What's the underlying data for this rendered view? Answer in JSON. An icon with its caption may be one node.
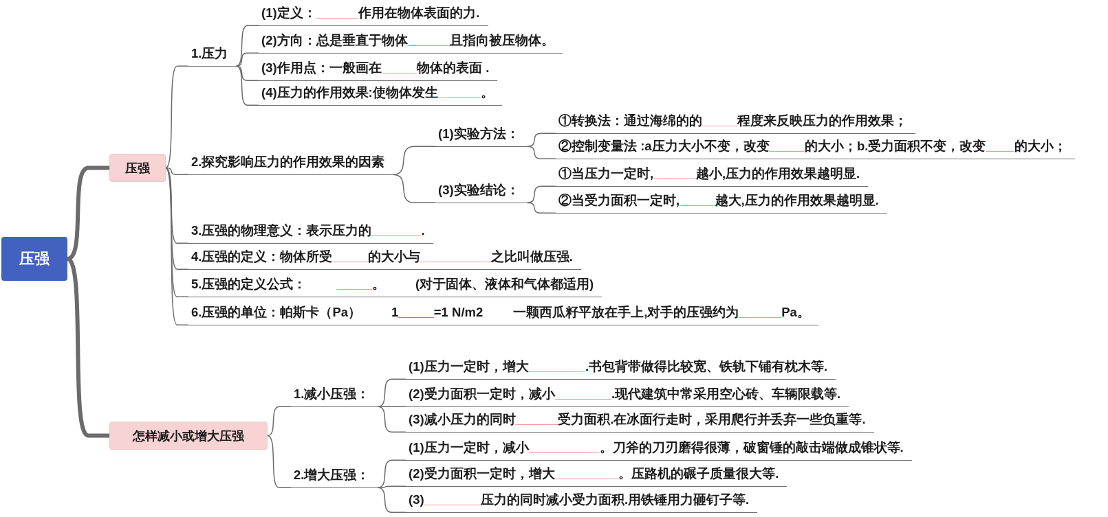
{
  "diagram": {
    "nodes": [
      {
        "text": [
          "压强"
        ]
      },
      {
        "text": [
          "压强"
        ]
      },
      {
        "text": [
          "1.压力"
        ]
      },
      {
        "text": [
          "(1)定义：______作用在物体表面的力."
        ]
      },
      {
        "text": [
          "(2)方向：总是垂直于物体______且指向被压物体。"
        ]
      },
      {
        "text": [
          "(3)作用点：一般画在_____物体的表面 ."
        ]
      },
      {
        "text": [
          "(4)压力的作用效果:使物体发生______。"
        ]
      },
      {
        "text": [
          "2.探究影响压力的作用效果的因素"
        ]
      },
      {
        "text": [
          "(1)实验方法："
        ]
      },
      {
        "text": [
          "①转换法：通过海绵的的_____程度来反映压力的作用效果；"
        ]
      },
      {
        "text": [
          "②控制变量法 :a压力大小不变，改变_____的大小；b.受力面积不变，改变____的大小；"
        ]
      },
      {
        "text": [
          "(3)实验结论："
        ]
      },
      {
        "text": [
          "①当压力一定时,______越小,压力的作用效果越明显."
        ]
      },
      {
        "text": [
          "②当受力面积一定时,_____越大,压力的作用效果越明显."
        ]
      },
      {
        "text": [
          "3.压强的物理意义：表示压力的_______."
        ]
      },
      {
        "text": [
          "4.压强的定义：物体所受_____的大小与__________之比叫做压强."
        ]
      },
      {
        "text": [
          "5.压强的定义公式：",
          "_____。",
          "(对于固体、液体和气体都适用)"
        ]
      },
      {
        "text": [
          "6.压强的单位：帕斯卡（Pa）",
          "1_____=1 N/m2",
          "一颗西瓜籽平放在手上,对手的压强约为______Pa。"
        ]
      },
      {
        "text": [
          "怎样减小或增大压强"
        ]
      },
      {
        "text": [
          "1.减小压强："
        ]
      },
      {
        "text": [
          "(1)压力一定时，增大________.书包背带做得比较宽、铁轨下铺有枕木等."
        ]
      },
      {
        "text": [
          "(2)受力面积一定时，减小________.现代建筑中常采用空心砖、车辆限载等."
        ]
      },
      {
        "text": [
          "(3)减小压力的同时______受力面积.在冰面行走时，采用爬行并丢弃一些负重等."
        ]
      },
      {
        "text": [
          "2.增大压强："
        ]
      },
      {
        "text": [
          "(1)压力一定时，减小__________。刀斧的刀刃磨得很薄，破窗锤的敲击端做成锥状等."
        ]
      },
      {
        "text": [
          "(2)受力面积一定时，增大_________。压路机的碾子质量很大等."
        ]
      },
      {
        "text": [
          "(3)________压力的同时减小受力面积.用铁锤用力砸钉子等."
        ]
      }
    ],
    "edges": [
      {
        "from": 0,
        "to": 1,
        "arrow": "none",
        "style": "thick"
      },
      {
        "from": 0,
        "to": 18,
        "arrow": "none",
        "style": "thick"
      },
      {
        "from": 1,
        "to": 2,
        "arrow": "none"
      },
      {
        "from": 2,
        "to": 3,
        "arrow": "none"
      },
      {
        "from": 2,
        "to": 4,
        "arrow": "none"
      },
      {
        "from": 2,
        "to": 5,
        "arrow": "none"
      },
      {
        "from": 2,
        "to": 6,
        "arrow": "none"
      },
      {
        "from": 1,
        "to": 7,
        "arrow": "none"
      },
      {
        "from": 7,
        "to": 8,
        "arrow": "none"
      },
      {
        "from": 8,
        "to": 9,
        "arrow": "none"
      },
      {
        "from": 8,
        "to": 10,
        "arrow": "none"
      },
      {
        "from": 7,
        "to": 11,
        "arrow": "none"
      },
      {
        "from": 11,
        "to": 12,
        "arrow": "none"
      },
      {
        "from": 11,
        "to": 13,
        "arrow": "none"
      },
      {
        "from": 1,
        "to": 14,
        "arrow": "none"
      },
      {
        "from": 1,
        "to": 15,
        "arrow": "none"
      },
      {
        "from": 1,
        "to": 16,
        "arrow": "none"
      },
      {
        "from": 1,
        "to": 17,
        "arrow": "none"
      },
      {
        "from": 18,
        "to": 19,
        "arrow": "none"
      },
      {
        "from": 19,
        "to": 20,
        "arrow": "none"
      },
      {
        "from": 19,
        "to": 21,
        "arrow": "none"
      },
      {
        "from": 19,
        "to": 22,
        "arrow": "none"
      },
      {
        "from": 18,
        "to": 23,
        "arrow": "none"
      },
      {
        "from": 23,
        "to": 24,
        "arrow": "none"
      },
      {
        "from": 23,
        "to": 25,
        "arrow": "none"
      },
      {
        "from": 23,
        "to": 26,
        "arrow": "none"
      }
    ]
  }
}
